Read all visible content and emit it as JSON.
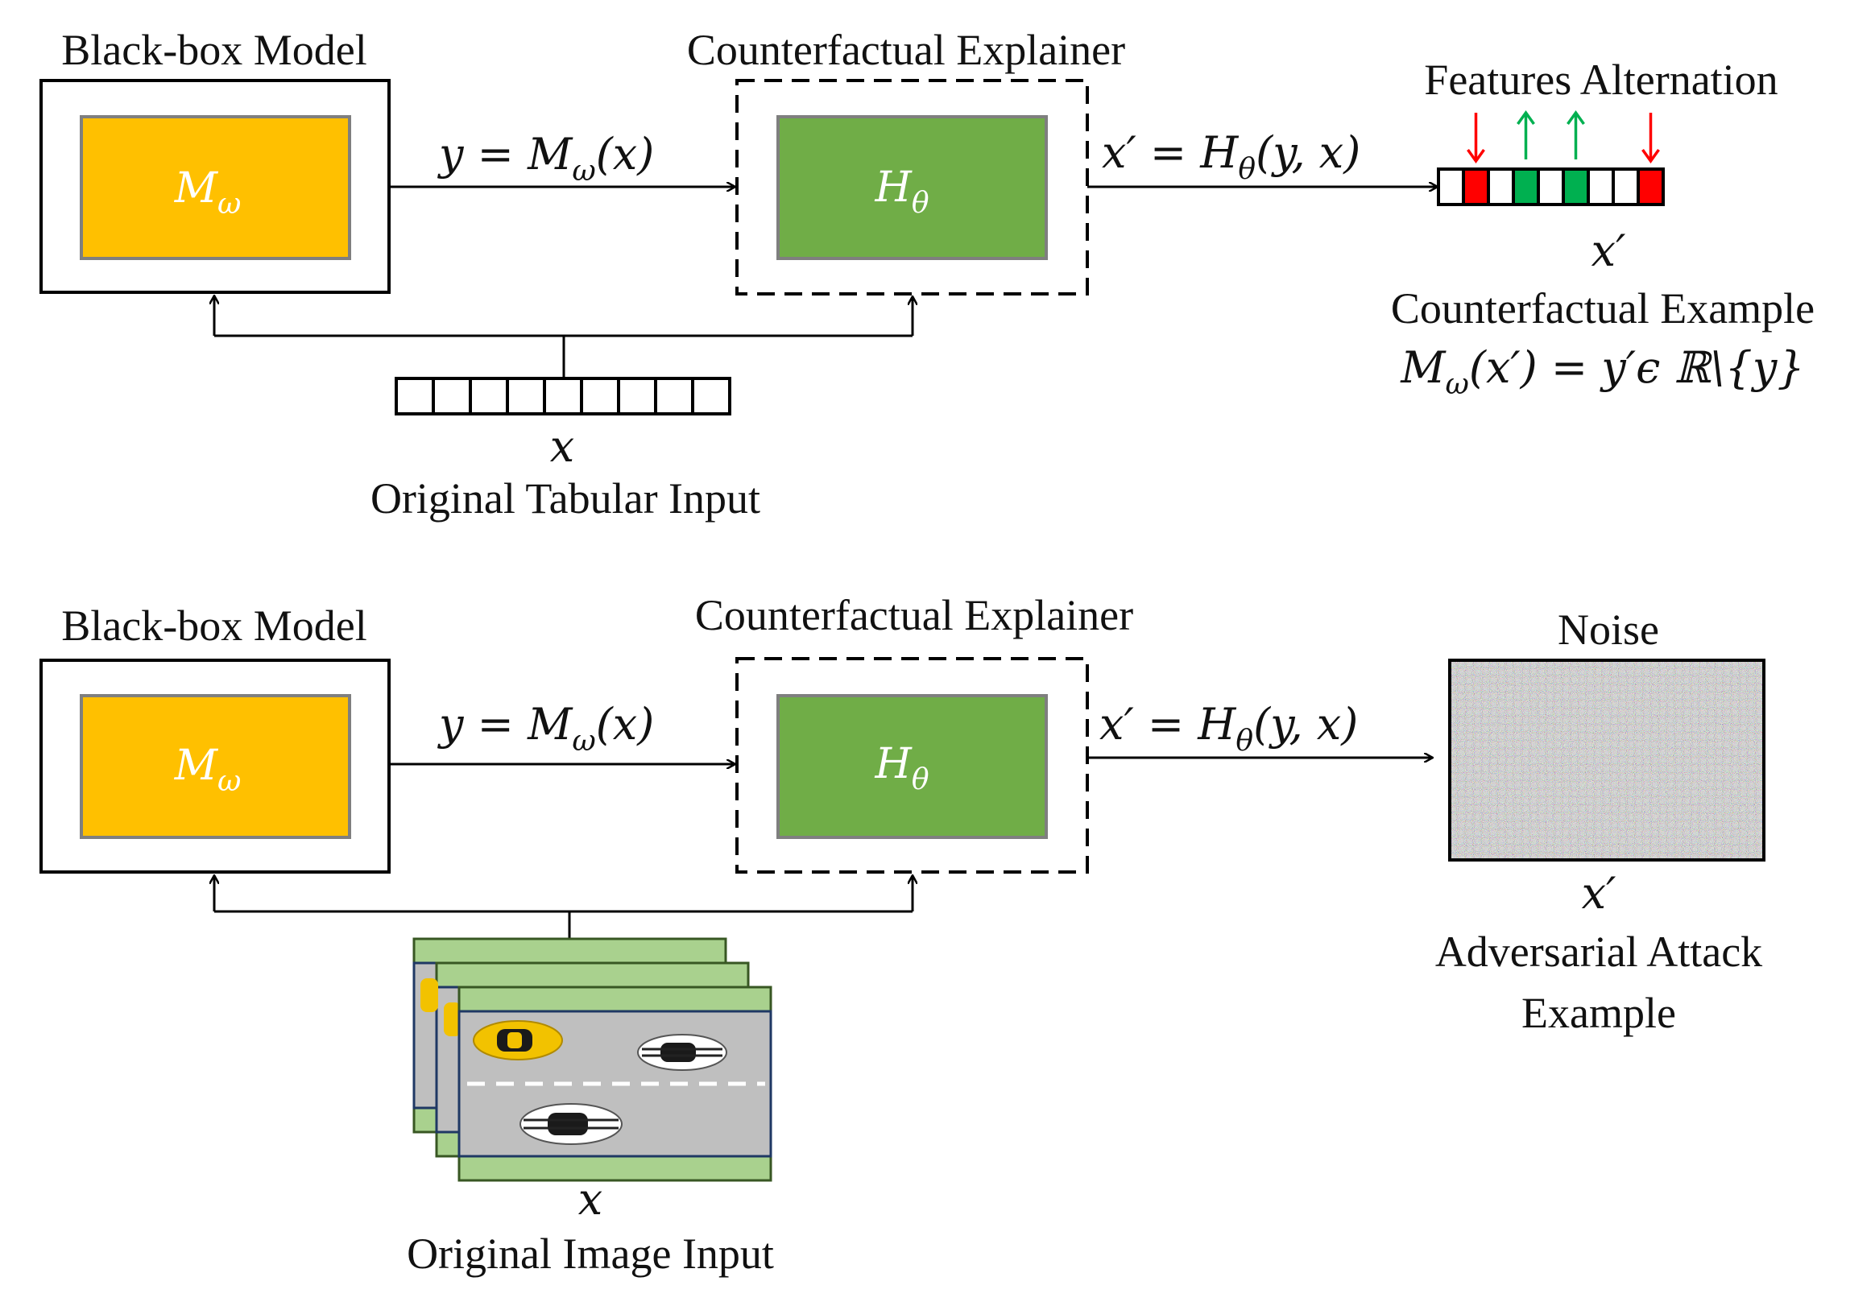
{
  "top": {
    "model_title": "Black-box Model",
    "model_symbol": "M",
    "model_symbol_sub": "ω",
    "explainer_title": "Counterfactual Explainer",
    "explainer_symbol": "H",
    "explainer_symbol_sub": "θ",
    "eq_y": "y = M",
    "eq_y_sub": "ω",
    "eq_y_tail": "(x)",
    "eq_xp": "x′ = H",
    "eq_xp_sub": "θ",
    "eq_xp_tail": "(y, x)",
    "input_var": "x",
    "input_caption": "Original Tabular Input",
    "features_title": "Features Alternation",
    "output_var": "x′",
    "output_caption": "Counterfactual Example",
    "output_formula_head": "M",
    "output_formula_sub": "ω",
    "output_formula_tail": "(x′) = y′ϵ ℝ\\{y}",
    "feature_cells": [
      "white",
      "red",
      "white",
      "green",
      "white",
      "green",
      "white",
      "white",
      "red"
    ],
    "feature_arrows": [
      "none",
      "down",
      "none",
      "up",
      "none",
      "up",
      "none",
      "none",
      "down"
    ]
  },
  "bottom": {
    "model_title": "Black-box Model",
    "model_symbol": "M",
    "model_symbol_sub": "ω",
    "explainer_title": "Counterfactual Explainer",
    "explainer_symbol": "H",
    "explainer_symbol_sub": "θ",
    "eq_y": "y = M",
    "eq_y_sub": "ω",
    "eq_y_tail": "(x)",
    "eq_xp": "x′ = H",
    "eq_xp_sub": "θ",
    "eq_xp_tail": "(y, x)",
    "noise_title": "Noise",
    "output_var": "x′",
    "output_caption_line1": "Adversarial Attack",
    "output_caption_line2": "Example",
    "input_var": "x",
    "input_caption": "Original Image Input"
  },
  "colors": {
    "model_fill": "#FFC000",
    "explainer_fill": "#70AD47",
    "inner_border": "#7F7F7F",
    "feature_red": "#FF0000",
    "feature_green": "#00B050",
    "arrow_red": "#FF0000",
    "arrow_green": "#00B050",
    "road": "#BFBFBF",
    "road_frame": "#A9D18E",
    "road_border": "#1F3864"
  }
}
